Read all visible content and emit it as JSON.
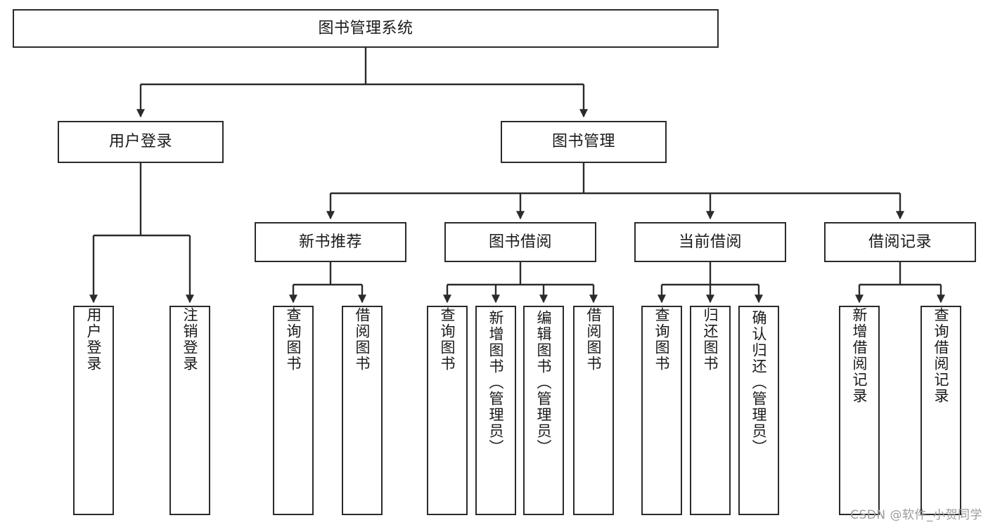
{
  "diagram": {
    "title": "图书管理系统",
    "watermark": "CSDN @软件_小贺同学",
    "colors": {
      "stroke": "#2b2b2b",
      "fill": "#ffffff",
      "text": "#1a1a1a",
      "watermark": "#9b9b9b"
    },
    "root": {
      "label": "图书管理系统"
    },
    "level2": [
      {
        "label": "用户登录"
      },
      {
        "label": "图书管理"
      }
    ],
    "level3": [
      {
        "label": "新书推荐"
      },
      {
        "label": "图书借阅"
      },
      {
        "label": "当前借阅"
      },
      {
        "label": "借阅记录"
      }
    ],
    "leaves": {
      "user_login": [
        {
          "label": "用户登录"
        },
        {
          "label": "注销登录"
        }
      ],
      "new_book_recommend": [
        {
          "label": "查询图书"
        },
        {
          "label": "借阅图书"
        }
      ],
      "book_borrow": [
        {
          "label": "查询图书"
        },
        {
          "label": "新增图书（管理员）"
        },
        {
          "label": "编辑图书（管理员）"
        },
        {
          "label": "借阅图书"
        }
      ],
      "current_borrow": [
        {
          "label": "查询图书"
        },
        {
          "label": "归还图书"
        },
        {
          "label": "确认归还（管理员）"
        }
      ],
      "borrow_record": [
        {
          "label": "新增借阅记录"
        },
        {
          "label": "查询借阅记录"
        }
      ]
    }
  }
}
